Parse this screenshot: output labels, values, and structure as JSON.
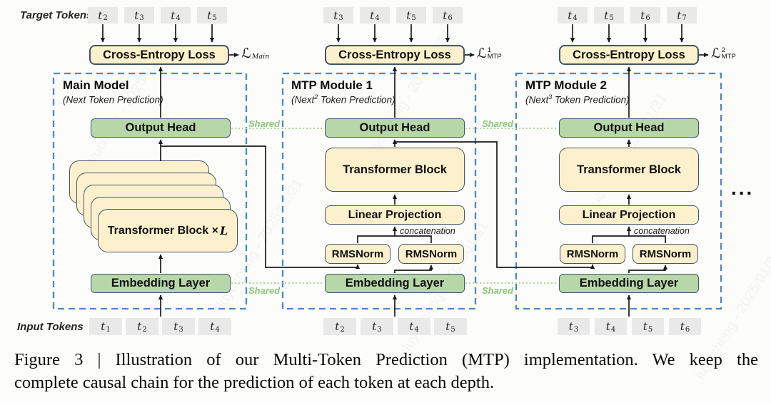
{
  "labels": {
    "target_tokens": "Target Tokens",
    "input_tokens": "Input Tokens",
    "shared": "Shared",
    "concatenation": "concatenation",
    "ellipsis": "...",
    "loss_script": "ℒ"
  },
  "boxes": {
    "cross_entropy": "Cross-Entropy Loss",
    "output_head": "Output Head",
    "transformer_block": "Transformer Block",
    "transformer_main_pre": "Transformer Block × ",
    "transformer_main_var": "L",
    "linear_projection": "Linear Projection",
    "rmsnorm": "RMSNorm",
    "embedding": "Embedding Layer"
  },
  "modules": [
    {
      "title": "Main Model",
      "subtitle_pre": "(Next",
      "subtitle_sup": "",
      "subtitle_post": " Token Prediction)",
      "loss_sup": "",
      "loss_sub": "Main",
      "target_tokens": [
        {
          "b": "t",
          "s": "2"
        },
        {
          "b": "t",
          "s": "3"
        },
        {
          "b": "t",
          "s": "4"
        },
        {
          "b": "t",
          "s": "5"
        }
      ],
      "input_tokens": [
        {
          "b": "t",
          "s": "1"
        },
        {
          "b": "t",
          "s": "2"
        },
        {
          "b": "t",
          "s": "3"
        },
        {
          "b": "t",
          "s": "4"
        }
      ]
    },
    {
      "title": "MTP Module 1",
      "subtitle_pre": "(Next",
      "subtitle_sup": "2",
      "subtitle_post": " Token Prediction)",
      "loss_sup": "1",
      "loss_sub": "MTP",
      "target_tokens": [
        {
          "b": "t",
          "s": "3"
        },
        {
          "b": "t",
          "s": "4"
        },
        {
          "b": "t",
          "s": "5"
        },
        {
          "b": "t",
          "s": "6"
        }
      ],
      "input_tokens": [
        {
          "b": "t",
          "s": "2"
        },
        {
          "b": "t",
          "s": "3"
        },
        {
          "b": "t",
          "s": "4"
        },
        {
          "b": "t",
          "s": "5"
        }
      ]
    },
    {
      "title": "MTP Module 2",
      "subtitle_pre": "(Next",
      "subtitle_sup": "3",
      "subtitle_post": " Token Prediction)",
      "loss_sup": "2",
      "loss_sub": "MTP",
      "target_tokens": [
        {
          "b": "t",
          "s": "4"
        },
        {
          "b": "t",
          "s": "5"
        },
        {
          "b": "t",
          "s": "6"
        },
        {
          "b": "t",
          "s": "7"
        }
      ],
      "input_tokens": [
        {
          "b": "t",
          "s": "3"
        },
        {
          "b": "t",
          "s": "4"
        },
        {
          "b": "t",
          "s": "5"
        },
        {
          "b": "t",
          "s": "6"
        }
      ]
    }
  ],
  "caption": {
    "line1": "Figure 3 | Illustration of our Multi-Token Prediction (MTP) implementation.  We keep the",
    "line2": "complete causal chain for the prediction of each token at each depth."
  },
  "watermark": {
    "text": "luyucheng - 2025/01/31"
  },
  "colors": {
    "box_yellow": "#fdf1cd",
    "box_green": "#b7d7a8",
    "box_border": "#44546a",
    "token_gray": "#e9e9e9",
    "dashed_blue": "#4e86c6",
    "shared_green": "#8cc878",
    "dotted_green": "#a9d18e",
    "line_black": "#1a1a1a"
  }
}
